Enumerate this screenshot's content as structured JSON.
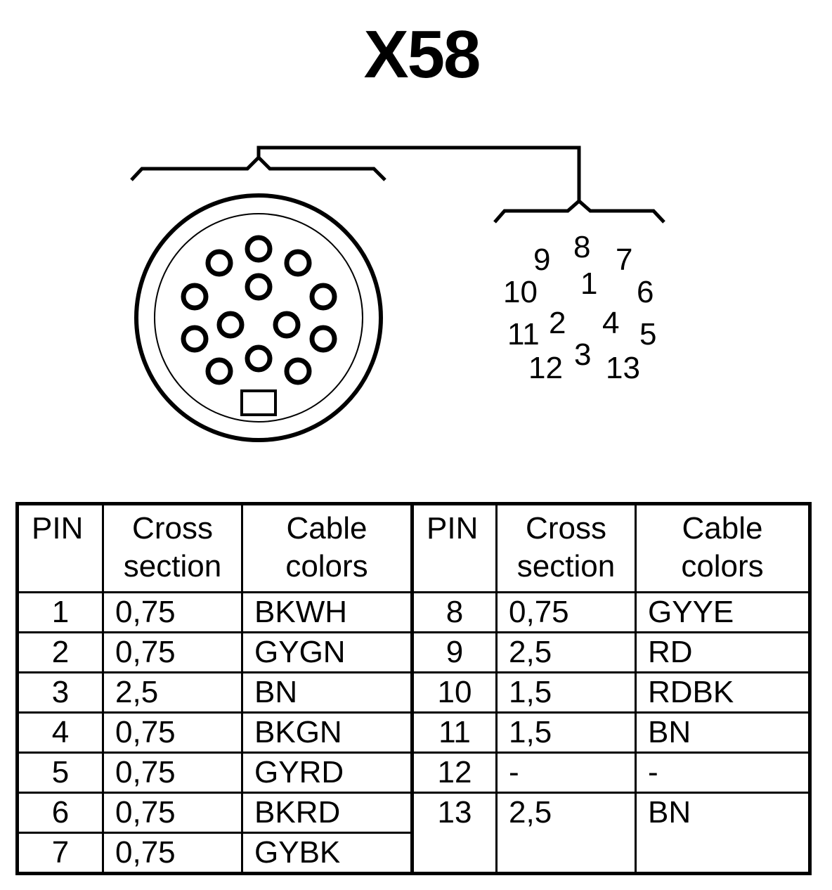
{
  "title": "X58",
  "connector": {
    "pinout_labels": [
      "1",
      "2",
      "3",
      "4",
      "5",
      "6",
      "7",
      "8",
      "9",
      "10",
      "11",
      "12",
      "13"
    ]
  },
  "table": {
    "headers": [
      {
        "line1": "PIN",
        "line2": ""
      },
      {
        "line1": "Cross",
        "line2": "section"
      },
      {
        "line1": "Cable",
        "line2": "colors"
      },
      {
        "line1": "PIN",
        "line2": ""
      },
      {
        "line1": "Cross",
        "line2": "section"
      },
      {
        "line1": "Cable",
        "line2": "colors"
      }
    ],
    "left_rows": [
      {
        "pin": "1",
        "cross_section": "0,75",
        "color": "BKWH"
      },
      {
        "pin": "2",
        "cross_section": "0,75",
        "color": "GYGN"
      },
      {
        "pin": "3",
        "cross_section": "2,5",
        "color": "BN"
      },
      {
        "pin": "4",
        "cross_section": "0,75",
        "color": "BKGN"
      },
      {
        "pin": "5",
        "cross_section": "0,75",
        "color": "GYRD"
      },
      {
        "pin": "6",
        "cross_section": "0,75",
        "color": "BKRD"
      },
      {
        "pin": "7",
        "cross_section": "0,75",
        "color": "GYBK"
      }
    ],
    "right_rows": [
      {
        "pin": "8",
        "cross_section": "0,75",
        "color": "GYYE"
      },
      {
        "pin": "9",
        "cross_section": "2,5",
        "color": "RD"
      },
      {
        "pin": "10",
        "cross_section": "1,5",
        "color": "RDBK"
      },
      {
        "pin": "11",
        "cross_section": "1,5",
        "color": "BN"
      },
      {
        "pin": "12",
        "cross_section": "-",
        "color": "-"
      },
      {
        "pin": "13",
        "cross_section": "2,5",
        "color": "BN"
      }
    ]
  }
}
